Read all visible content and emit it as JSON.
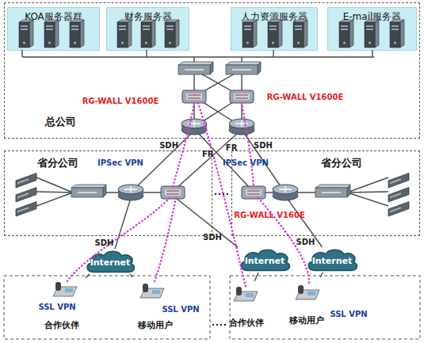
{
  "diagram": {
    "nodes": [
      {
        "text": [
          "总公司"
        ]
      },
      {
        "text": [
          "KOA服务器群"
        ],
        "in": 0
      },
      {
        "text": [
          "财务服务器"
        ],
        "in": 0
      },
      {
        "text": [
          "人力资源服务器"
        ],
        "in": 0
      },
      {
        "text": [
          "E-mail服务器"
        ],
        "in": 0
      },
      {
        "text": [
          "省分公司"
        ]
      },
      {
        "text": [
          "省分公司"
        ]
      },
      {
        "text": [
          "Internet"
        ]
      },
      {
        "text": [
          "Internet"
        ]
      },
      {
        "text": [
          "Internet"
        ]
      },
      {
        "text": [
          "合作伙伴"
        ]
      },
      {
        "text": [
          "移动用户"
        ]
      },
      {
        "text": [
          "合作伙伴"
        ]
      },
      {
        "text": [
          "移动用户"
        ]
      }
    ],
    "edges": [
      {
        "from": 0,
        "to": 5,
        "arrow": "none",
        "label": "SDH"
      },
      {
        "from": 0,
        "to": 5,
        "arrow": "none",
        "label": "FR"
      },
      {
        "from": 0,
        "to": 6,
        "arrow": "none",
        "label": "FR"
      },
      {
        "from": 0,
        "to": 6,
        "arrow": "none",
        "label": "SDH"
      },
      {
        "from": 5,
        "to": 7,
        "arrow": "none",
        "label": "SDH"
      },
      {
        "from": 5,
        "to": 8,
        "arrow": "none",
        "label": "SDH"
      },
      {
        "from": 6,
        "to": 9,
        "arrow": "none",
        "label": "SDH"
      },
      {
        "from": 7,
        "to": 10,
        "arrow": "none"
      },
      {
        "from": 7,
        "to": 11,
        "arrow": "none"
      },
      {
        "from": 8,
        "to": 12,
        "arrow": "none"
      },
      {
        "from": 9,
        "to": 13,
        "arrow": "none"
      }
    ],
    "labels": [
      "RG-WALL V1600E",
      "RG-WALL V1600E",
      "IPSec VPN",
      "IPSec VPN",
      "RG-WALL V160E",
      "SSL VPN",
      "SSL VPN",
      "SSL VPN"
    ]
  }
}
